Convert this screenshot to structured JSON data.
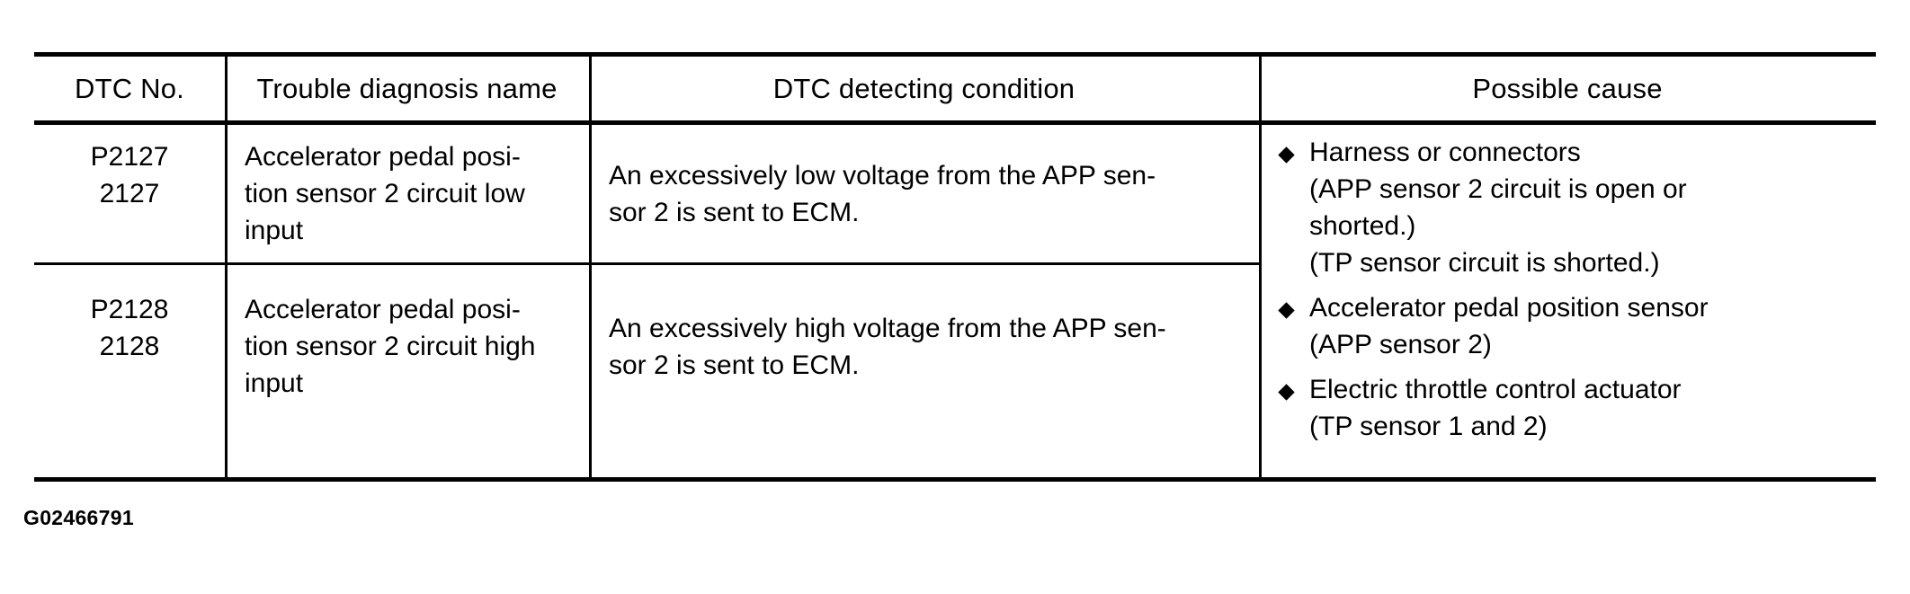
{
  "table": {
    "columns": [
      {
        "id": "dtc-no",
        "header": "DTC No."
      },
      {
        "id": "trouble-diagnosis-name",
        "header": "Trouble diagnosis name"
      },
      {
        "id": "dtc-detecting-condition",
        "header": "DTC detecting condition"
      },
      {
        "id": "possible-cause",
        "header": "Possible cause"
      }
    ],
    "rows": [
      {
        "dtc_lines": [
          "P2127",
          "2127"
        ],
        "name_lines": [
          "Accelerator pedal posi-",
          "tion sensor 2 circuit low",
          "input"
        ],
        "condition_lines": [
          "An excessively low voltage from the APP sen-",
          "sor 2 is sent to ECM."
        ]
      },
      {
        "dtc_lines": [
          "P2128",
          "2128"
        ],
        "name_lines": [
          "Accelerator pedal posi-",
          "tion sensor 2 circuit high",
          "input"
        ],
        "condition_lines": [
          "An excessively high voltage from the APP sen-",
          "sor 2 is sent to ECM."
        ]
      }
    ],
    "possible_cause_items": [
      {
        "bullet": "diamond-bullet",
        "lines": [
          "Harness or connectors"
        ],
        "sub_lines": [
          "(APP sensor 2 circuit is open or",
          "shorted.)",
          "(TP sensor circuit is shorted.)"
        ]
      },
      {
        "bullet": "diamond-bullet",
        "lines": [
          "Accelerator pedal position sensor"
        ],
        "sub_lines": [
          "(APP sensor 2)"
        ]
      },
      {
        "bullet": "diamond-bullet",
        "lines": [
          "Electric throttle control actuator"
        ],
        "sub_lines": [
          "(TP sensor 1 and 2)"
        ]
      }
    ]
  },
  "figure_id": "G02466791",
  "colors": {
    "ink": "#000000",
    "paper": "#ffffff"
  }
}
